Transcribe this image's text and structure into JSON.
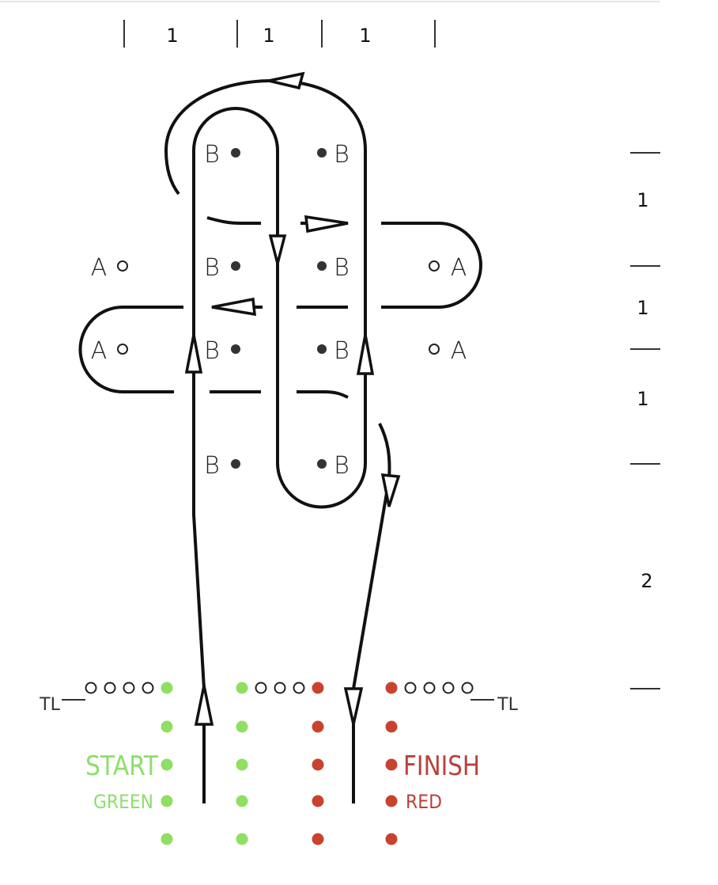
{
  "diagram": {
    "top_dimensions": [
      "1",
      "1",
      "1"
    ],
    "side_dimensions": [
      "1",
      "1",
      "1",
      "2"
    ],
    "cone_b_label": "B",
    "cone_a_label": "A",
    "timing_line_label": "TL",
    "start_label": "START",
    "start_color_label": "GREEN",
    "finish_label": "FINISH",
    "finish_color_label": "RED",
    "colors": {
      "green": "#8fdf62",
      "red": "#c8432f",
      "green_text": "#8ede6a",
      "red_text": "#b8413a"
    }
  }
}
